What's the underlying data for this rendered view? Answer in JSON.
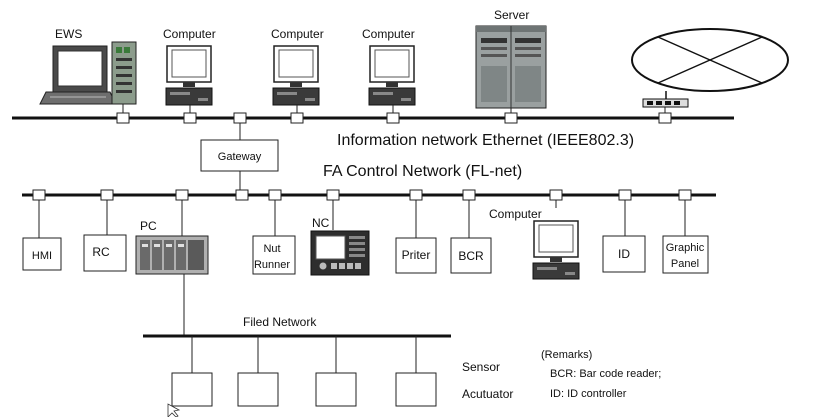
{
  "top_nodes": {
    "ews": "EWS",
    "computer_1": "Computer",
    "computer_2": "Computer",
    "computer_3": "Computer",
    "server": "Server"
  },
  "networks": {
    "information": "Information network Ethernet (IEEE802.3)",
    "fa_control": "FA Control Network (FL-net)",
    "field": "Filed Network"
  },
  "gateway": "Gateway",
  "fa_nodes": {
    "hmi": "HMI",
    "rc": "RC",
    "pc": "PC",
    "nut_runner_line1": "Nut",
    "nut_runner_line2": "Runner",
    "nc": "NC",
    "printer": "Priter",
    "bcr": "BCR",
    "computer": "Computer",
    "id": "ID",
    "graphic_panel_line1": "Graphic",
    "graphic_panel_line2": "Panel"
  },
  "field_labels": {
    "sensor": "Sensor",
    "actuator": "Acutuator"
  },
  "remarks": {
    "title": "(Remarks)",
    "bcr": "BCR: Bar  code reader;",
    "id": "ID: ID controller"
  },
  "colors": {
    "screen": "#ffffff",
    "device_gray": "#9e9e9e",
    "dark_device": "#2e2e2e",
    "bus": "#111111"
  }
}
